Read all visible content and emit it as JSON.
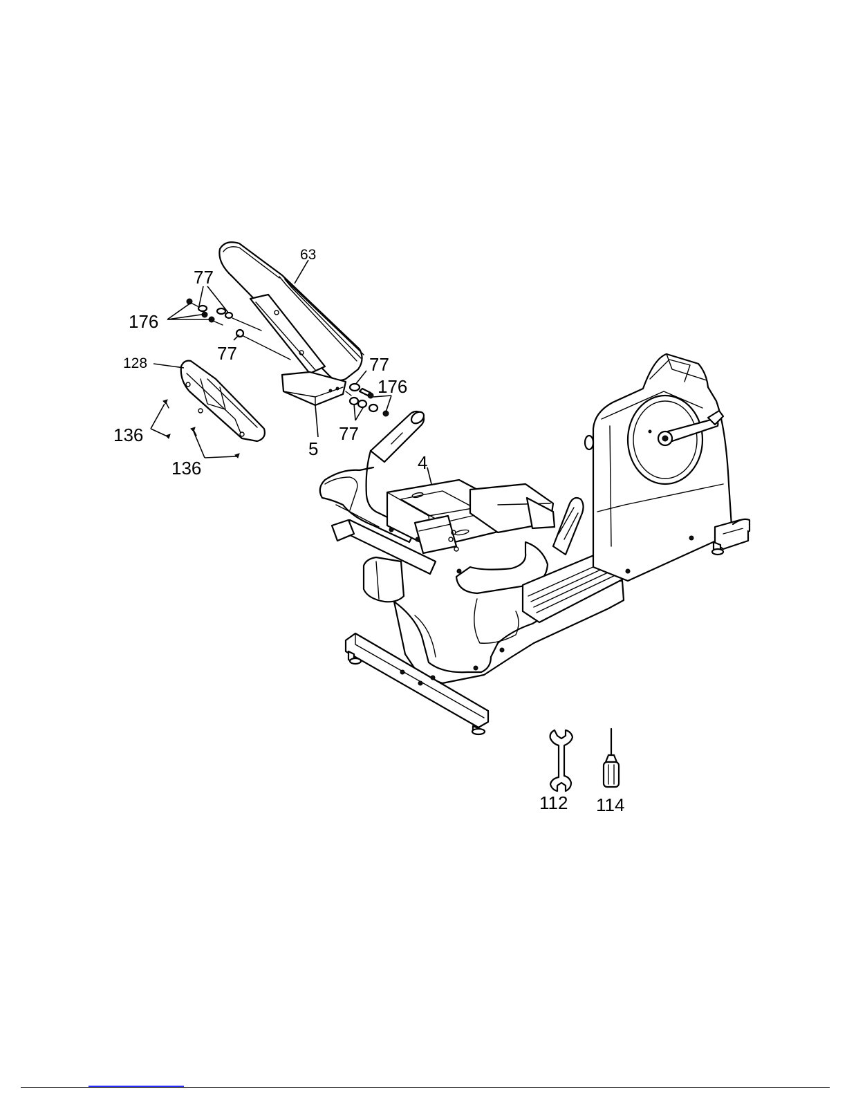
{
  "callouts": {
    "c63": "63",
    "c77_a": "77",
    "c176_a": "176",
    "c77_b": "77",
    "c128": "128",
    "c77_c": "77",
    "c176_b": "176",
    "c136_a": "136",
    "c5": "5",
    "c77_d": "77",
    "c4": "4",
    "c136_b": "136",
    "c112": "112",
    "c114": "114"
  },
  "icons": {
    "wrench": "wrench-icon",
    "screwdriver": "screwdriver-icon"
  },
  "colors": {
    "line": "#000000",
    "background": "#ffffff",
    "footer_link": "#2a2aff"
  }
}
